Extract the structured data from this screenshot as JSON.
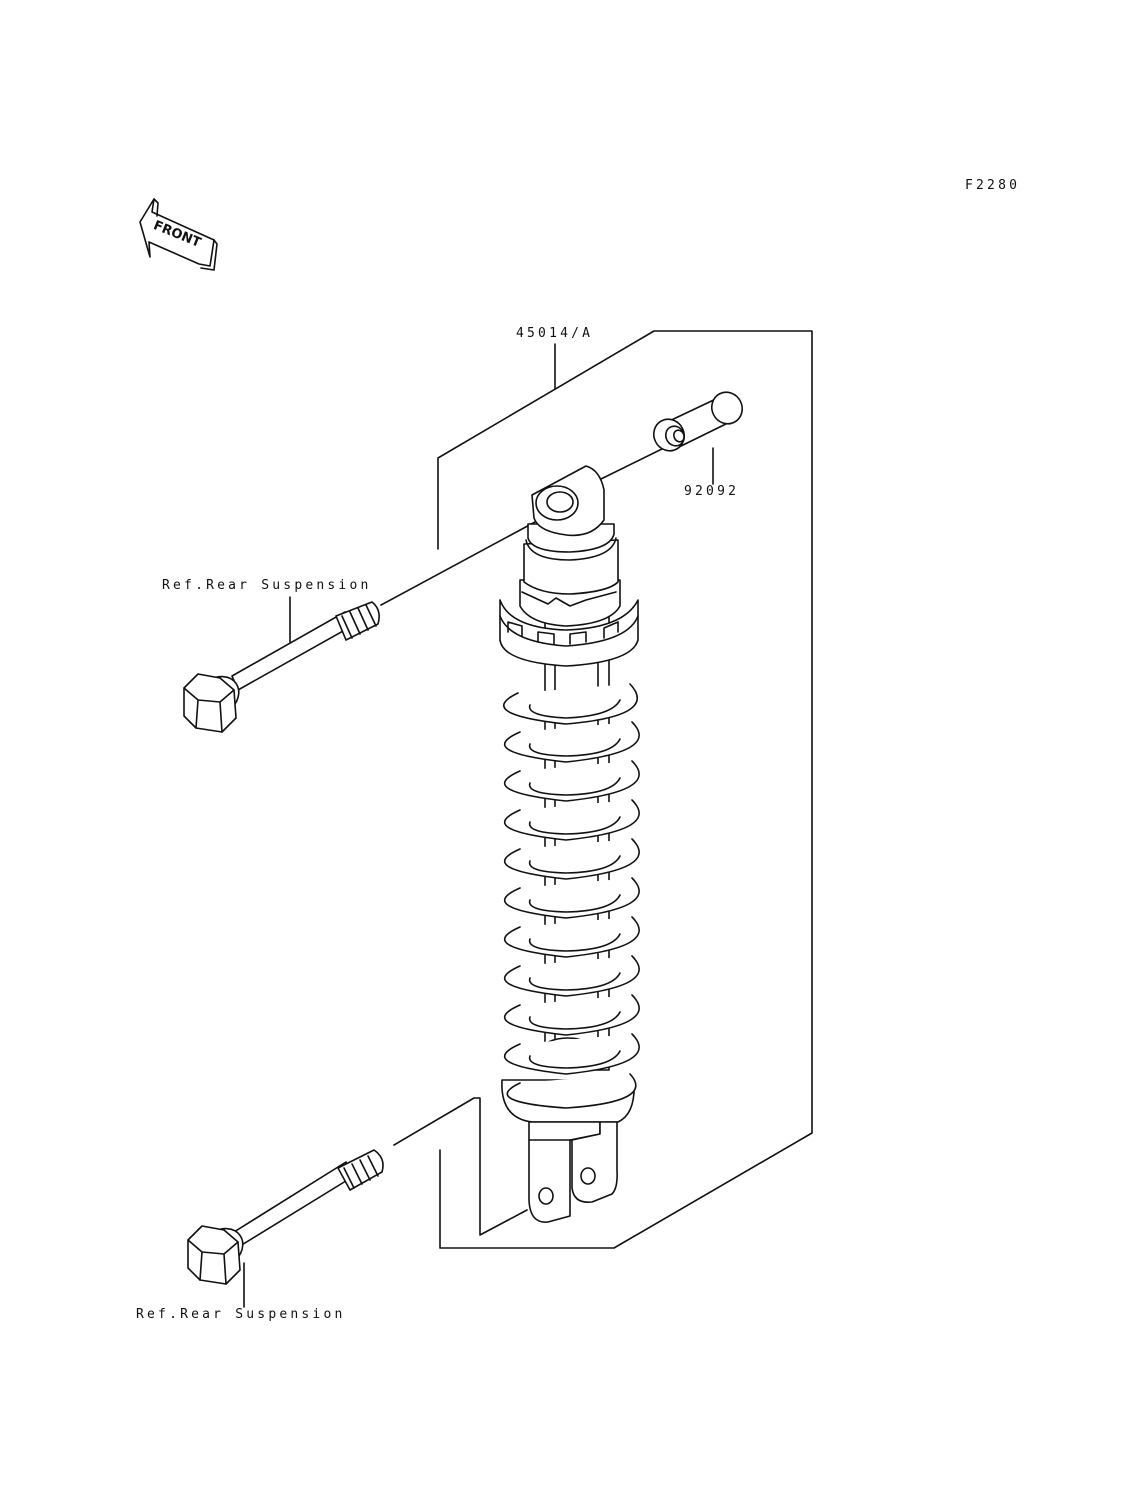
{
  "diagram_code": "F2280",
  "front_arrow": {
    "label": "FRONT"
  },
  "assembly": {
    "part_number": "45014/A"
  },
  "collar": {
    "part_number": "92092"
  },
  "bolt_upper": {
    "reference": "Ref.Rear Suspension"
  },
  "bolt_lower": {
    "reference": "Ref.Rear Suspension"
  },
  "colors": {
    "ink": "#111111",
    "paper": "#ffffff"
  }
}
